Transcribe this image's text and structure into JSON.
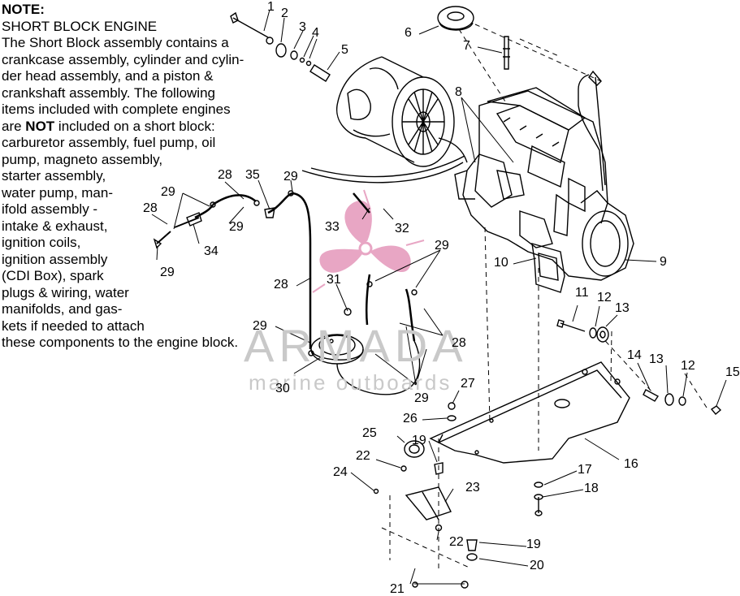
{
  "note": {
    "title": "NOTE:",
    "lines": [
      "SHORT BLOCK ENGINE",
      "The Short Block assembly contains a",
      "crankcase assembly, cylinder and cylin-",
      "der head assembly, and a piston &",
      "crankshaft assembly.  The following",
      "items included with complete engines",
      "are |NOT| included on a short block:",
      "carburetor assembly, fuel pump, oil",
      "pump, magneto assembly,",
      "starter assembly,",
      "water pump, man-",
      "ifold assembly -",
      "intake & exhaust,",
      "ignition coils,",
      "ignition assembly",
      "(CDI Box), spark",
      "plugs & wiring, water",
      "manifolds, and gas-",
      "kets if needed to attach",
      "these components to the engine block."
    ]
  },
  "watermark": {
    "name": "ARMADA",
    "tagline": "marine outboards",
    "logo_color": "#e8a6c4"
  },
  "callouts": [
    {
      "id": "c1",
      "label": "1"
    },
    {
      "id": "c2",
      "label": "2"
    },
    {
      "id": "c3",
      "label": "3"
    },
    {
      "id": "c4",
      "label": "4"
    },
    {
      "id": "c5",
      "label": "5"
    },
    {
      "id": "c6",
      "label": "6"
    },
    {
      "id": "c7",
      "label": "7"
    },
    {
      "id": "c8",
      "label": "8"
    },
    {
      "id": "c9",
      "label": "9"
    },
    {
      "id": "c10",
      "label": "10"
    },
    {
      "id": "c11",
      "label": "11"
    },
    {
      "id": "c12a",
      "label": "12"
    },
    {
      "id": "c13a",
      "label": "13"
    },
    {
      "id": "c14",
      "label": "14"
    },
    {
      "id": "c13b",
      "label": "13"
    },
    {
      "id": "c12b",
      "label": "12"
    },
    {
      "id": "c15",
      "label": "15"
    },
    {
      "id": "c16",
      "label": "16"
    },
    {
      "id": "c17",
      "label": "17"
    },
    {
      "id": "c18",
      "label": "18"
    },
    {
      "id": "c19a",
      "label": "19"
    },
    {
      "id": "c19b",
      "label": "19"
    },
    {
      "id": "c20",
      "label": "20"
    },
    {
      "id": "c21",
      "label": "21"
    },
    {
      "id": "c22a",
      "label": "22"
    },
    {
      "id": "c22b",
      "label": "22"
    },
    {
      "id": "c23",
      "label": "23"
    },
    {
      "id": "c24",
      "label": "24"
    },
    {
      "id": "c25",
      "label": "25"
    },
    {
      "id": "c26",
      "label": "26"
    },
    {
      "id": "c27",
      "label": "27"
    },
    {
      "id": "c28a",
      "label": "28"
    },
    {
      "id": "c28b",
      "label": "28"
    },
    {
      "id": "c28c",
      "label": "28"
    },
    {
      "id": "c28d",
      "label": "28"
    },
    {
      "id": "c29a",
      "label": "29"
    },
    {
      "id": "c29b",
      "label": "29"
    },
    {
      "id": "c29c",
      "label": "29"
    },
    {
      "id": "c29d",
      "label": "29"
    },
    {
      "id": "c29e",
      "label": "29"
    },
    {
      "id": "c29f",
      "label": "29"
    },
    {
      "id": "c29g",
      "label": "29"
    },
    {
      "id": "c30",
      "label": "30"
    },
    {
      "id": "c31",
      "label": "31"
    },
    {
      "id": "c32",
      "label": "32"
    },
    {
      "id": "c33",
      "label": "33"
    },
    {
      "id": "c34",
      "label": "34"
    },
    {
      "id": "c35",
      "label": "35"
    }
  ]
}
